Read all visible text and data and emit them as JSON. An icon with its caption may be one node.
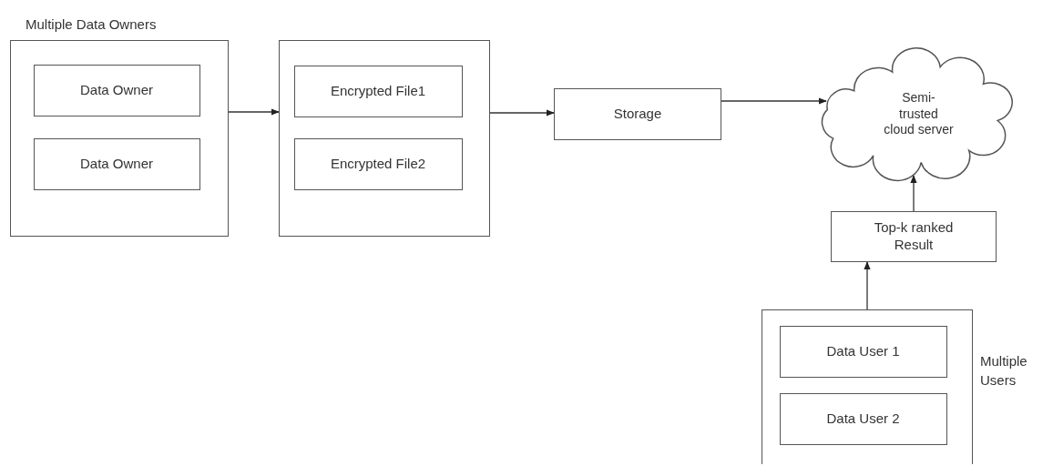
{
  "diagram": {
    "nodes": [
      {
        "text": [
          "Multiple Data Owners"
        ]
      },
      {
        "text": [
          "Data Owner"
        ],
        "in": 0
      },
      {
        "text": [
          "Data Owner"
        ],
        "in": 0
      },
      {
        "text": [],
        "shape": "box"
      },
      {
        "text": [
          "Encrypted File1"
        ],
        "in": 3
      },
      {
        "text": [
          "Encrypted File2"
        ],
        "in": 3
      },
      {
        "text": [
          "Storage"
        ]
      },
      {
        "text": [
          "Semi-trusted cloud server"
        ]
      },
      {
        "text": [
          "Top-k ranked Result"
        ]
      },
      {
        "text": [],
        "shape": "box",
        "beside": [
          "Multiple Users"
        ]
      },
      {
        "text": [
          "Data User 1"
        ],
        "in": 9
      },
      {
        "text": [
          "Data User 2"
        ],
        "in": 9
      }
    ],
    "edges": [
      {
        "from": 0,
        "to": 3,
        "arrow": "to"
      },
      {
        "from": 3,
        "to": 6,
        "arrow": "to"
      },
      {
        "from": 6,
        "to": 7,
        "arrow": "to"
      },
      {
        "from": 8,
        "to": 7,
        "arrow": "to"
      },
      {
        "from": 9,
        "to": 8,
        "arrow": "to"
      }
    ]
  }
}
